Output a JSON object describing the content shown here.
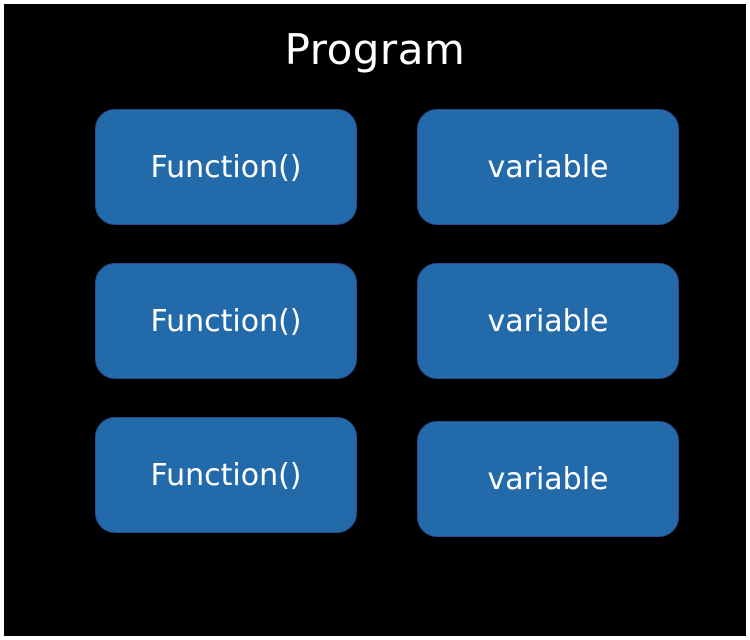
{
  "title": "Program",
  "colors": {
    "background": "#000000",
    "box_fill": "#236aab",
    "box_border": "#2a4f8c",
    "text": "#ffffff"
  },
  "boxes": [
    {
      "label": "Function()"
    },
    {
      "label": "variable"
    },
    {
      "label": "Function()"
    },
    {
      "label": "variable"
    },
    {
      "label": "Function()"
    },
    {
      "label": "variable"
    }
  ]
}
